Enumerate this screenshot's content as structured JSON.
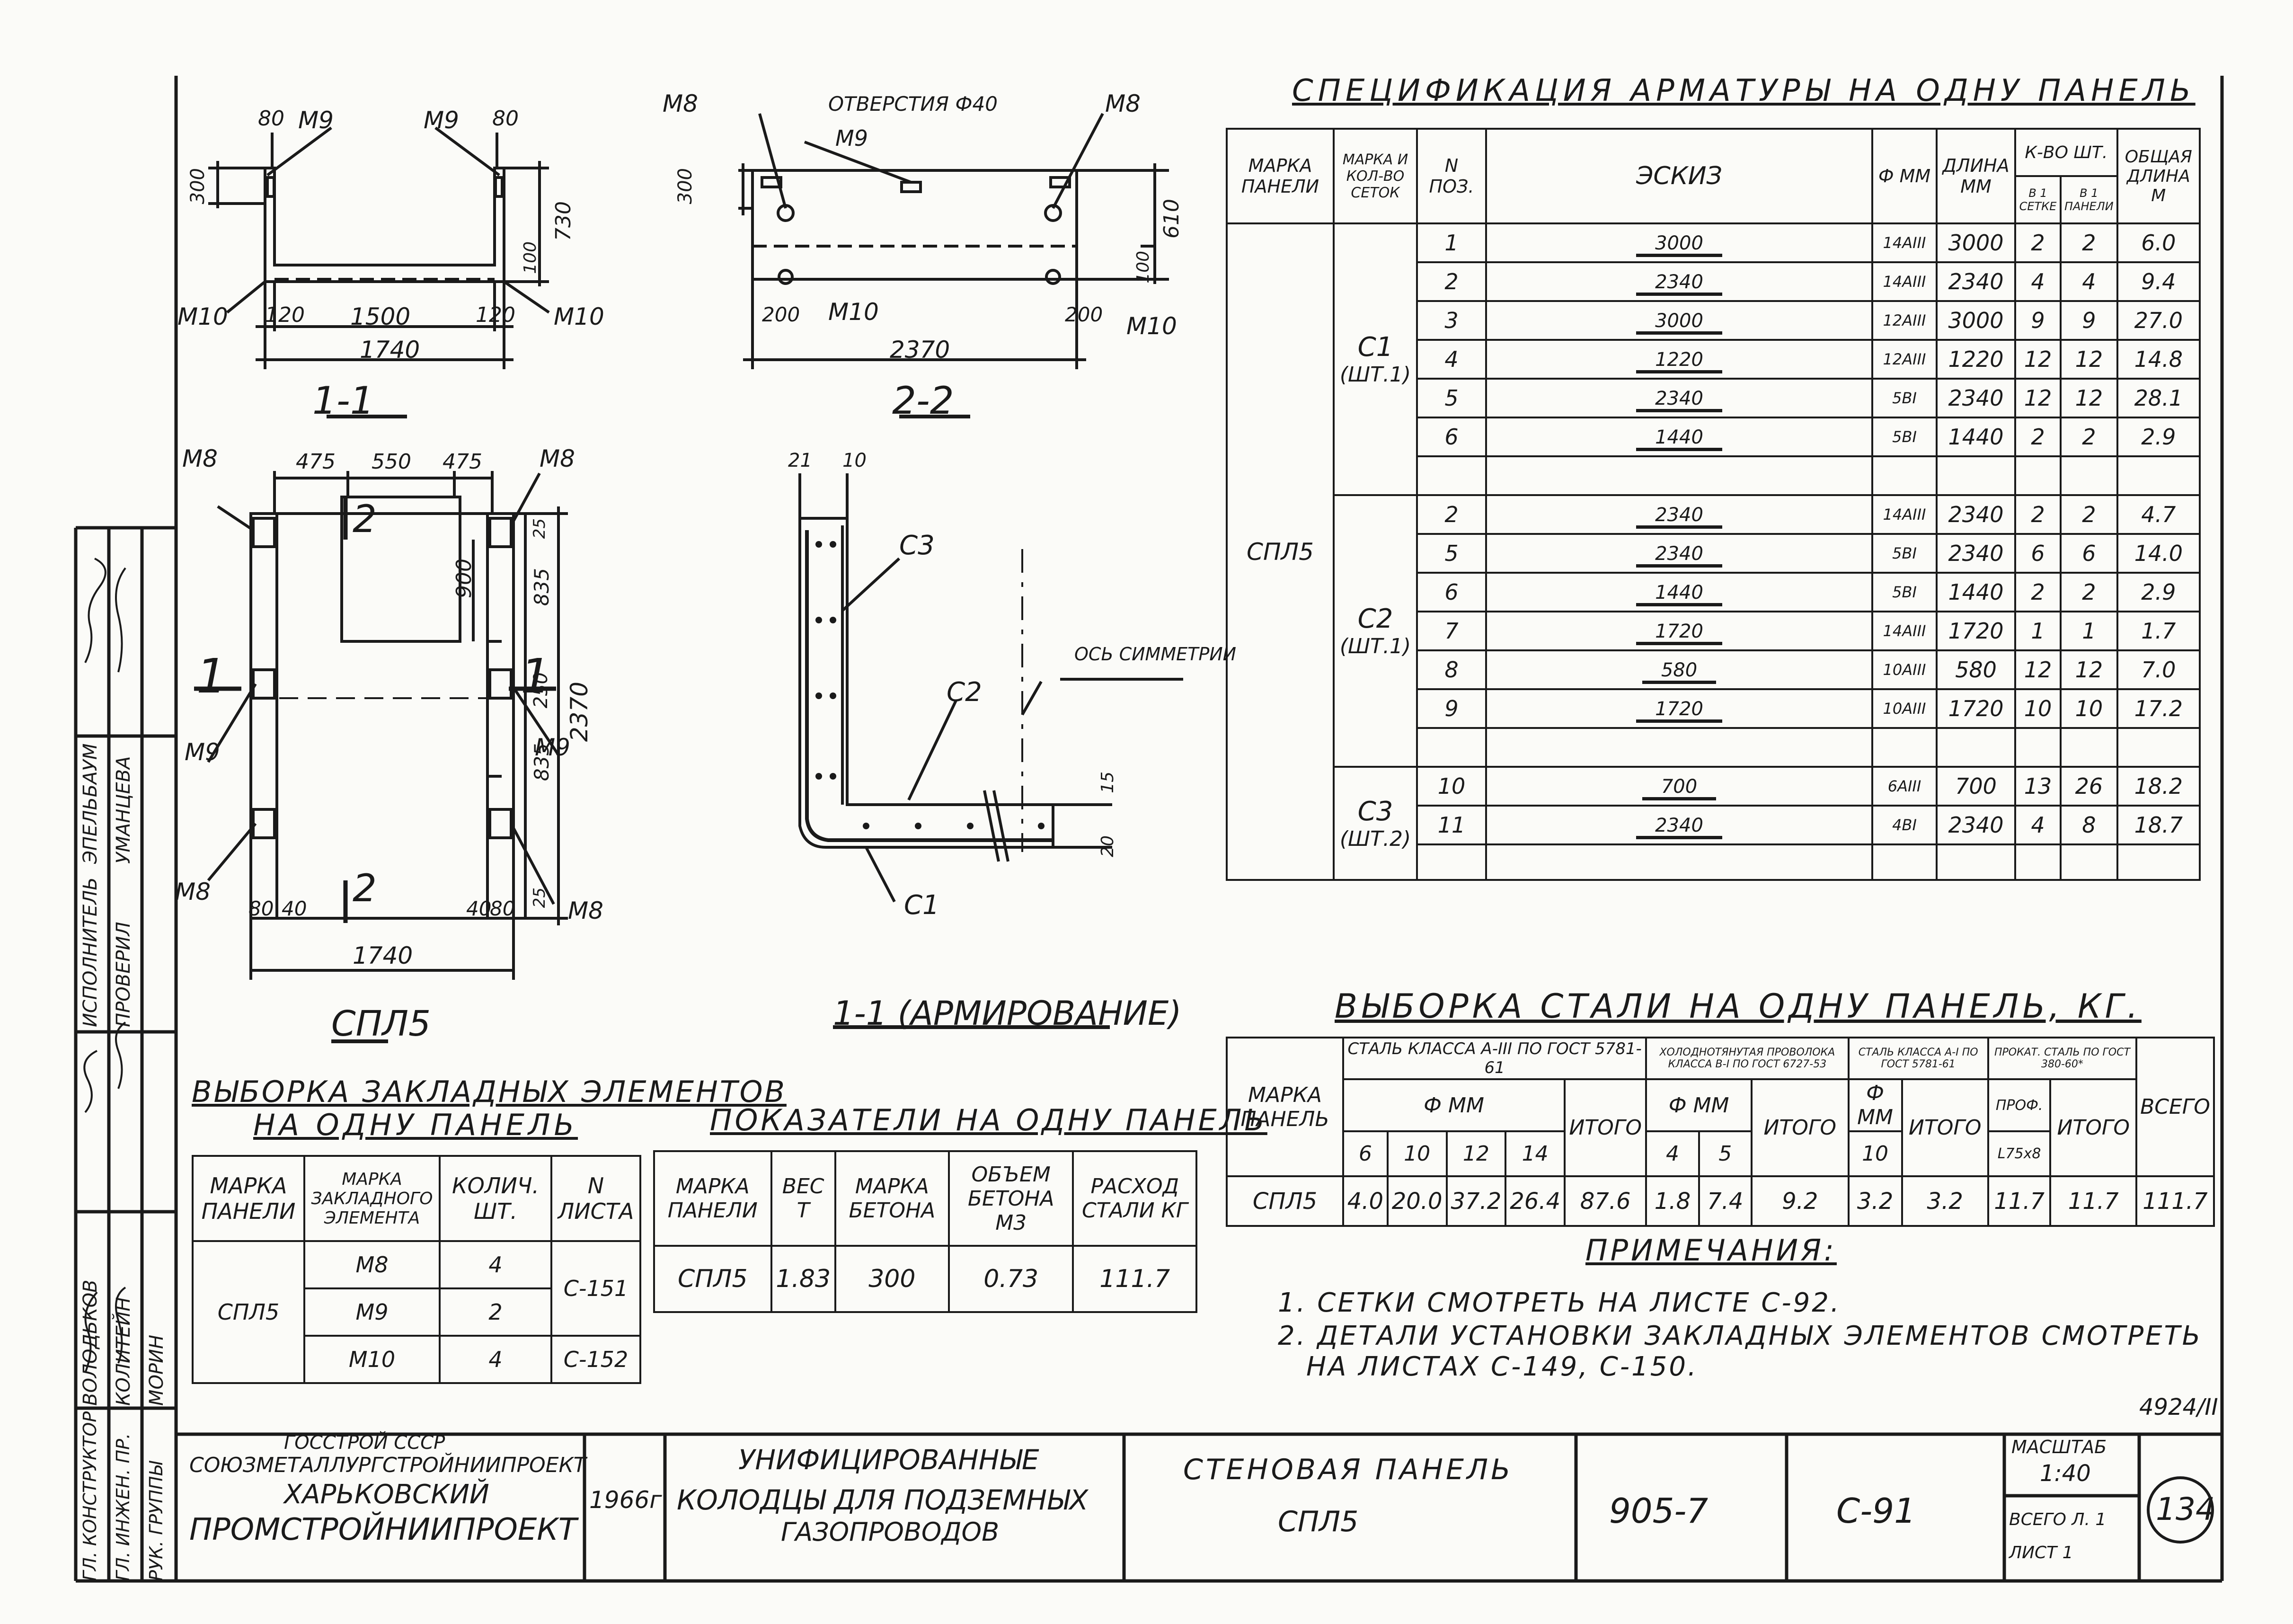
{
  "spec": {
    "title": "СПЕЦИФИКАЦИЯ АРМАТУРЫ НА ОДНУ ПАНЕЛЬ",
    "headers": [
      "МАРКА ПАНЕЛИ",
      "МАРКА И КОЛ-ВО СЕТОК",
      "N ПОЗ.",
      "ЭСКИЗ",
      "Ф ММ",
      "ДЛИНА ММ",
      "К-ВО ШТ.",
      "В 1 СЕТКЕ",
      "В 1 ПАНЕЛИ",
      "ОБЩАЯ ДЛИНА М"
    ],
    "panel": "СПЛ5",
    "groups": [
      {
        "mark": "С1",
        "count": "(ШТ.1)",
        "rows": [
          {
            "pos": "1",
            "sketch": "3000",
            "d": "14АIII",
            "len": "3000",
            "n1": "2",
            "n2": "2",
            "total": "6.0"
          },
          {
            "pos": "2",
            "sketch": "2340",
            "d": "14АIII",
            "len": "2340",
            "n1": "4",
            "n2": "4",
            "total": "9.4"
          },
          {
            "pos": "3",
            "sketch": "3000",
            "d": "12АIII",
            "len": "3000",
            "n1": "9",
            "n2": "9",
            "total": "27.0"
          },
          {
            "pos": "4",
            "sketch": "1220",
            "d": "12АIII",
            "len": "1220",
            "n1": "12",
            "n2": "12",
            "total": "14.8"
          },
          {
            "pos": "5",
            "sketch": "2340",
            "d": "5ВI",
            "len": "2340",
            "n1": "12",
            "n2": "12",
            "total": "28.1"
          },
          {
            "pos": "6",
            "sketch": "1440",
            "d": "5ВI",
            "len": "1440",
            "n1": "2",
            "n2": "2",
            "total": "2.9"
          }
        ]
      },
      {
        "mark": "С2",
        "count": "(ШТ.1)",
        "rows": [
          {
            "pos": "2",
            "sketch": "2340",
            "d": "14АIII",
            "len": "2340",
            "n1": "2",
            "n2": "2",
            "total": "4.7"
          },
          {
            "pos": "5",
            "sketch": "2340",
            "d": "5ВI",
            "len": "2340",
            "n1": "6",
            "n2": "6",
            "total": "14.0"
          },
          {
            "pos": "6",
            "sketch": "1440",
            "d": "5ВI",
            "len": "1440",
            "n1": "2",
            "n2": "2",
            "total": "2.9"
          },
          {
            "pos": "7",
            "sketch": "1720",
            "d": "14АIII",
            "len": "1720",
            "n1": "1",
            "n2": "1",
            "total": "1.7"
          },
          {
            "pos": "8",
            "sketch": "580",
            "d": "10АIII",
            "len": "580",
            "n1": "12",
            "n2": "12",
            "total": "7.0"
          },
          {
            "pos": "9",
            "sketch": "1720",
            "d": "10АIII",
            "len": "1720",
            "n1": "10",
            "n2": "10",
            "total": "17.2"
          }
        ]
      },
      {
        "mark": "С3",
        "count": "(ШТ.2)",
        "rows": [
          {
            "pos": "10",
            "sketch": "700",
            "d": "6АIII",
            "len": "700",
            "n1": "13",
            "n2": "26",
            "total": "18.2"
          },
          {
            "pos": "11",
            "sketch": "2340",
            "d": "4ВI",
            "len": "2340",
            "n1": "4",
            "n2": "8",
            "total": "18.7"
          }
        ]
      }
    ]
  },
  "steel": {
    "title": "ВЫБОРКА СТАЛИ НА ОДНУ ПАНЕЛЬ, КГ.",
    "h_mark": "МАРКА ПАНЕЛЬ",
    "h_group1": "СТАЛЬ КЛАССА А-III ПО ГОСТ 5781-61",
    "h_group2": "ХОЛОДНОТЯНУТАЯ ПРОВОЛОКА КЛАССА В-I ПО ГОСТ 6727-53",
    "h_group3": "СТАЛЬ КЛАССА А-I ПО ГОСТ 5781-61",
    "h_group4": "ПРОКАТ. СТАЛЬ ПО ГОСТ 380-60*",
    "h_dmm": "Ф ММ",
    "h_itogo": "ИТОГО",
    "h_prof": "ПРОФ.",
    "h_prof_val": "L75х8",
    "h_total": "ВСЕГО",
    "sub1": [
      "6",
      "10",
      "12",
      "14"
    ],
    "sub2": [
      "4",
      "5"
    ],
    "sub3": [
      "10"
    ],
    "row": {
      "mark": "СПЛ5",
      "v1": [
        "4.0",
        "20.0",
        "37.2",
        "26.4"
      ],
      "t1": "87.6",
      "v2": [
        "1.8",
        "7.4"
      ],
      "t2": "9.2",
      "v3": "3.2",
      "t3": "3.2",
      "v4": "11.7",
      "t4": "11.7",
      "total": "111.7"
    }
  },
  "notes": {
    "title": "ПРИМЕЧАНИЯ:",
    "items": [
      "1. СЕТКИ СМОТРЕТЬ НА ЛИСТЕ С-92.",
      "2. ДЕТАЛИ УСТАНОВКИ ЗАКЛАДНЫХ ЭЛЕМЕНТОВ СМОТРЕТЬ",
      "НА ЛИСТАХ С-149, С-150."
    ]
  },
  "embedded": {
    "title1": "ВЫБОРКА ЗАКЛАДНЫХ ЭЛЕМЕНТОВ",
    "title2": "НА ОДНУ ПАНЕЛЬ",
    "headers": [
      "МАРКА ПАНЕЛИ",
      "МАРКА ЗАКЛАДНОГО ЭЛЕМЕНТА",
      "КОЛИЧ. ШТ.",
      "N ЛИСТА"
    ],
    "panel": "СПЛ5",
    "rows": [
      {
        "el": "М8",
        "qty": "4",
        "sheet": "С-151"
      },
      {
        "el": "М9",
        "qty": "2",
        "sheet": ""
      },
      {
        "el": "М10",
        "qty": "4",
        "sheet": "С-152"
      }
    ]
  },
  "indicators": {
    "title": "ПОКАЗАТЕЛИ НА ОДНУ ПАНЕЛЬ",
    "headers": [
      "МАРКА ПАНЕЛИ",
      "ВЕС Т",
      "МАРКА БЕТОНА",
      "ОБЪЕМ БЕТОНА М3",
      "РАСХОД СТАЛИ КГ"
    ],
    "row": [
      "СПЛ5",
      "1.83",
      "300",
      "0.73",
      "111.7"
    ]
  },
  "drawings": {
    "sec11": "1-1",
    "sec22": "2-2",
    "plan": "СПЛ5",
    "arm": "1-1 (АРМИРОВАНИЕ)",
    "holes": "ОТВЕРСТИЯ Ф40",
    "axis": "ОСЬ СИММЕТРИИ",
    "m8": "М8",
    "m9": "М9",
    "m10": "М10",
    "c1": "С1",
    "c2": "С2",
    "c3": "С3",
    "d1740": "1740",
    "d1500": "1500",
    "d120": "120",
    "d80": "80",
    "d300": "300",
    "d730": "730",
    "d100": "100",
    "d2370": "2370",
    "d200": "200",
    "d610": "610",
    "d475": "475",
    "d550": "550",
    "d900": "900",
    "d835": "835",
    "d250": "250",
    "d25": "25",
    "d40": "40",
    "d15": "15",
    "d20": "20",
    "d21": "21",
    "d10": "10",
    "mark1": "1",
    "mark2": "2"
  },
  "titleblock": {
    "org1": "ГОССТРОЙ СССР",
    "org2": "СОЮЗМЕТАЛЛУРГСТРОЙНИИПРОЕКТ",
    "org3": "ХАРЬКОВСКИЙ",
    "org4": "ПРОМСТРОЙНИИПРОЕКТ",
    "year": "1966г.",
    "subject1": "УНИФИЦИРОВАННЫЕ",
    "subject2": "КОЛОДЦЫ ДЛЯ ПОДЗЕМНЫХ",
    "subject3": "ГАЗОПРОВОДОВ",
    "name1": "СТЕНОВАЯ ПАНЕЛЬ",
    "name2": "СПЛ5",
    "series": "905-7",
    "sheet": "С-91",
    "scale_label": "МАСШТАБ",
    "scale": "1:40",
    "total_sheets": "ВСЕГО Л. 1",
    "sheet_no": "ЛИСТ 1",
    "page": "134",
    "archive": "4924/II"
  },
  "stamp": {
    "roles": [
      "ГЛ. КОНСТРУКТОР",
      "ГЛ. ИНЖЕН. ПР.",
      "РУК. ГРУППЫ",
      "ИСПОЛНИТЕЛЬ",
      "ПРОВЕРИЛ"
    ],
    "names": [
      "ВОЛОДЬКОВ",
      "КОЛИТЕЙН",
      "МОРИН",
      "ЭПЕЛЬБАУМ",
      "УМАНЦЕВА"
    ]
  }
}
